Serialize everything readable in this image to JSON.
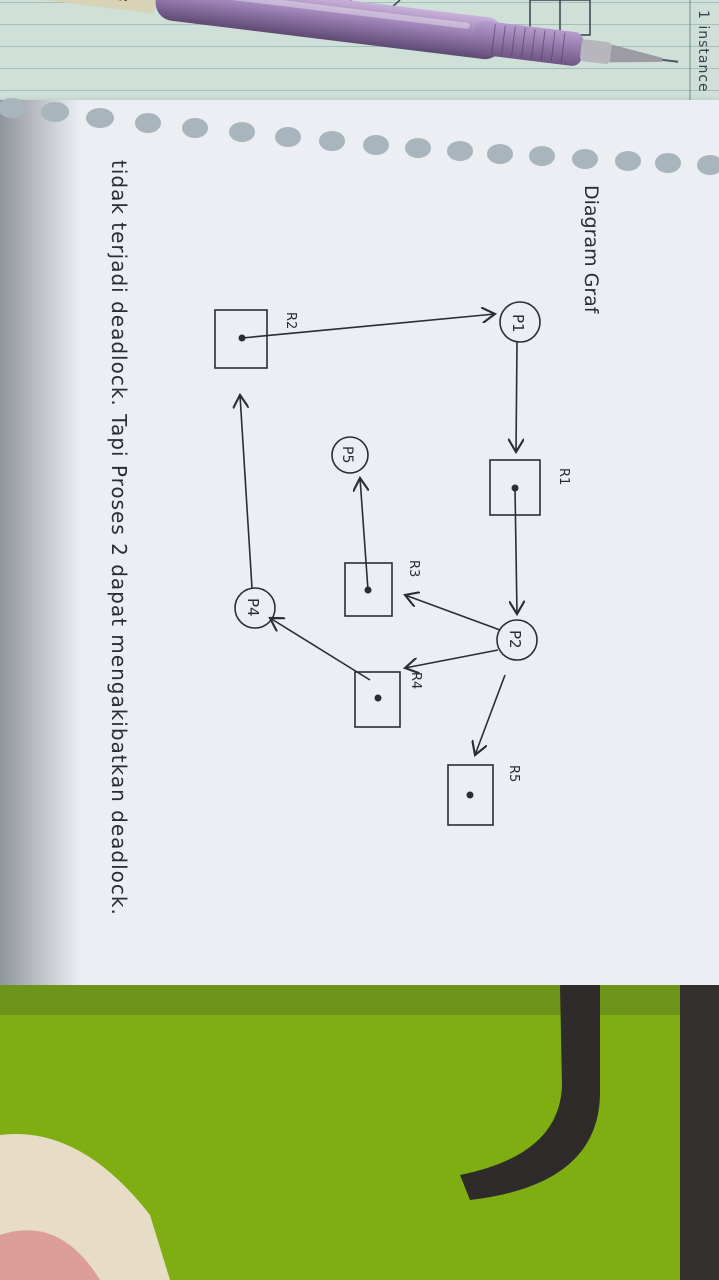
{
  "photo": {
    "underlying_page_text": "1 instance"
  },
  "diagram": {
    "heading": "Diagram Graf",
    "processes": [
      "P1",
      "P2",
      "P4",
      "P5"
    ],
    "resources": [
      "R1",
      "R2",
      "R3",
      "R4",
      "R5"
    ],
    "conclusion": "tidak terjadi deadlock. Tapi Proses 2 dapat mengakibatkan deadlock."
  }
}
